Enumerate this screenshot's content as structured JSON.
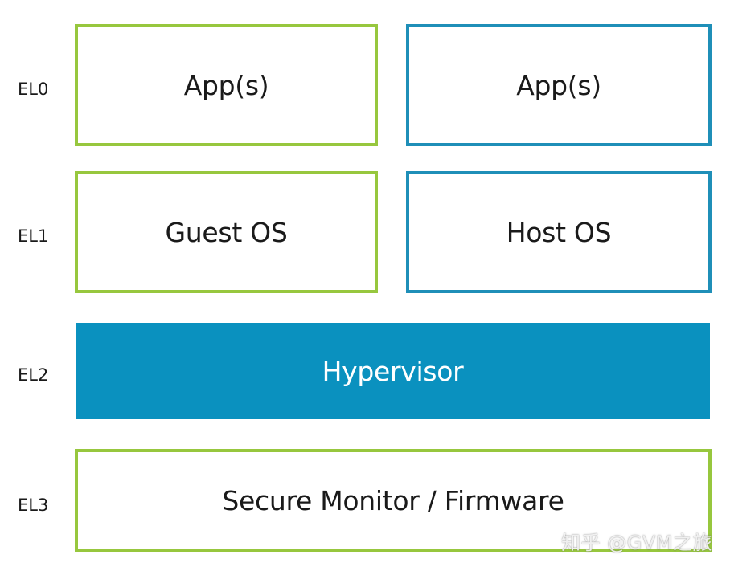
{
  "levels": {
    "el0": "EL0",
    "el1": "EL1",
    "el2": "EL2",
    "el3": "EL3"
  },
  "boxes": {
    "guest_app": "App(s)",
    "host_app": "App(s)",
    "guest_os": "Guest OS",
    "host_os": "Host OS",
    "hypervisor": "Hypervisor",
    "secure_monitor": "Secure Monitor / Firmware"
  },
  "watermark": "知乎 @GVM之旅",
  "colors": {
    "guest_border": "#97c73e",
    "host_border": "#1f8fb8",
    "hypervisor_fill": "#0a91bf"
  }
}
